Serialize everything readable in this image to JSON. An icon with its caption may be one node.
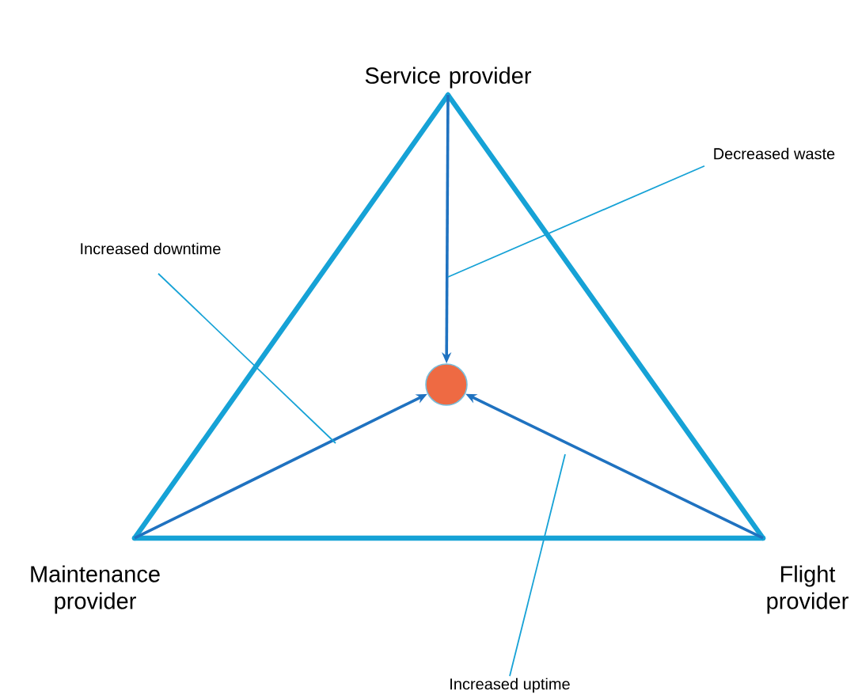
{
  "diagram": {
    "nodes": [
      {
        "text": [
          "Service provider"
        ]
      },
      {
        "text": [
          "Maintenance provider"
        ]
      },
      {
        "text": [
          "Flight provider"
        ]
      },
      {
        "text": [],
        "shape": "circle"
      },
      {
        "text": [
          "Decreased waste"
        ]
      },
      {
        "text": [
          "Increased downtime"
        ]
      },
      {
        "text": [
          "Increased uptime"
        ]
      }
    ],
    "edges": [
      {
        "from": 0,
        "to": 1,
        "arrow": "none"
      },
      {
        "from": 1,
        "to": 2,
        "arrow": "none"
      },
      {
        "from": 2,
        "to": 0,
        "arrow": "none"
      },
      {
        "from": 0,
        "to": 3,
        "arrow": "to",
        "color": "#1f72c0"
      },
      {
        "from": 1,
        "to": 3,
        "arrow": "to",
        "color": "#1f72c0"
      },
      {
        "from": 2,
        "to": 3,
        "arrow": "to",
        "color": "#1f72c0"
      },
      {
        "from": 4,
        "to": null,
        "arrow": "none"
      },
      {
        "from": 5,
        "to": null,
        "arrow": "none"
      },
      {
        "from": 6,
        "to": null,
        "arrow": "none"
      }
    ]
  }
}
